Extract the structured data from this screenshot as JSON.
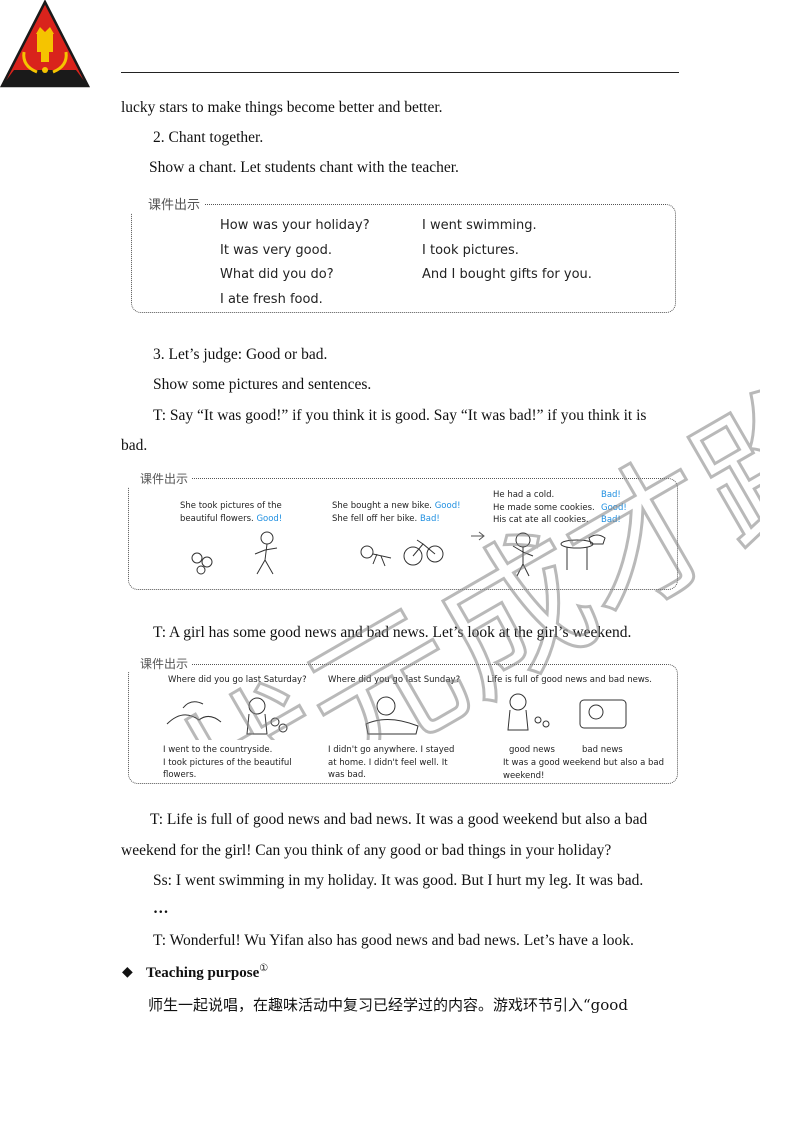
{
  "header": {
    "logo": "crest-logo"
  },
  "body": {
    "line1": "lucky stars to make things become better and better.",
    "line2": "2. Chant together.",
    "line3": "Show a chant. Let students chant with the teacher.",
    "line4": "3. Let’s judge: Good or bad.",
    "line5": "Show some pictures and sentences.",
    "line6": "T: Say “It was good!” if you think it is good. Say “It was bad!” if you think it is",
    "line7": "bad.",
    "line8": "T: A girl has some good news and bad news. Let’s look at the girl’s weekend.",
    "line9": "T: Life is full of good news and bad news. It was a good weekend but also a bad",
    "line10": "weekend for the girl! Can you think of any good or bad things in your holiday?",
    "line11": "Ss: I went swimming in my holiday. It was good. But I hurt my leg. It was bad.",
    "line12": "…",
    "line13": "T: Wonderful! Wu Yifan also has good news and bad news. Let’s have a look.",
    "purpose_title": "Teaching purpose",
    "purpose_mark": "①",
    "purpose_text": "师生一起说唱，在趣味活动中复习已经学过的内容。游戏环节引入“good"
  },
  "box1": {
    "tag": "课件出示",
    "left": [
      "How was your holiday?",
      "It was very good.",
      "What did you do?",
      "I ate fresh food."
    ],
    "right": [
      "I went swimming.",
      "I took pictures.",
      "And I bought gifts for you."
    ]
  },
  "box2": {
    "tag": "课件出示",
    "p1": [
      "She took pictures of the",
      "beautiful flowers."
    ],
    "p1_label": "Good!",
    "p2": [
      "She bought a new bike.",
      "She fell off her bike."
    ],
    "p2_labels": [
      "Good!",
      "Bad!"
    ],
    "p3": [
      "He had a cold.",
      "He made some cookies.",
      "His cat ate all cookies."
    ],
    "p3_labels": [
      "Bad!",
      "Good!",
      "Bad!"
    ]
  },
  "box3": {
    "tag": "课件出示",
    "q1": "Where did you go last Saturday?",
    "q2": "Where did you go last Sunday?",
    "q3": "Life is full of good news and bad news.",
    "a1": [
      "I went to the countryside.",
      "I took pictures of the beautiful",
      "flowers."
    ],
    "a2": [
      "I didn't go anywhere. I stayed",
      "at home. I didn't feel well. It",
      "was bad."
    ],
    "good_news": "good news",
    "bad_news": "bad news",
    "a3": [
      "It was a good weekend but also a bad",
      "weekend!"
    ]
  },
  "watermark": "状元成才路",
  "colors": {
    "logo_red": "#d9231c",
    "logo_black": "#1a1a1a",
    "logo_gold": "#f5c400",
    "answer_blue": "#1f8fe0",
    "watermark": "#808080"
  }
}
